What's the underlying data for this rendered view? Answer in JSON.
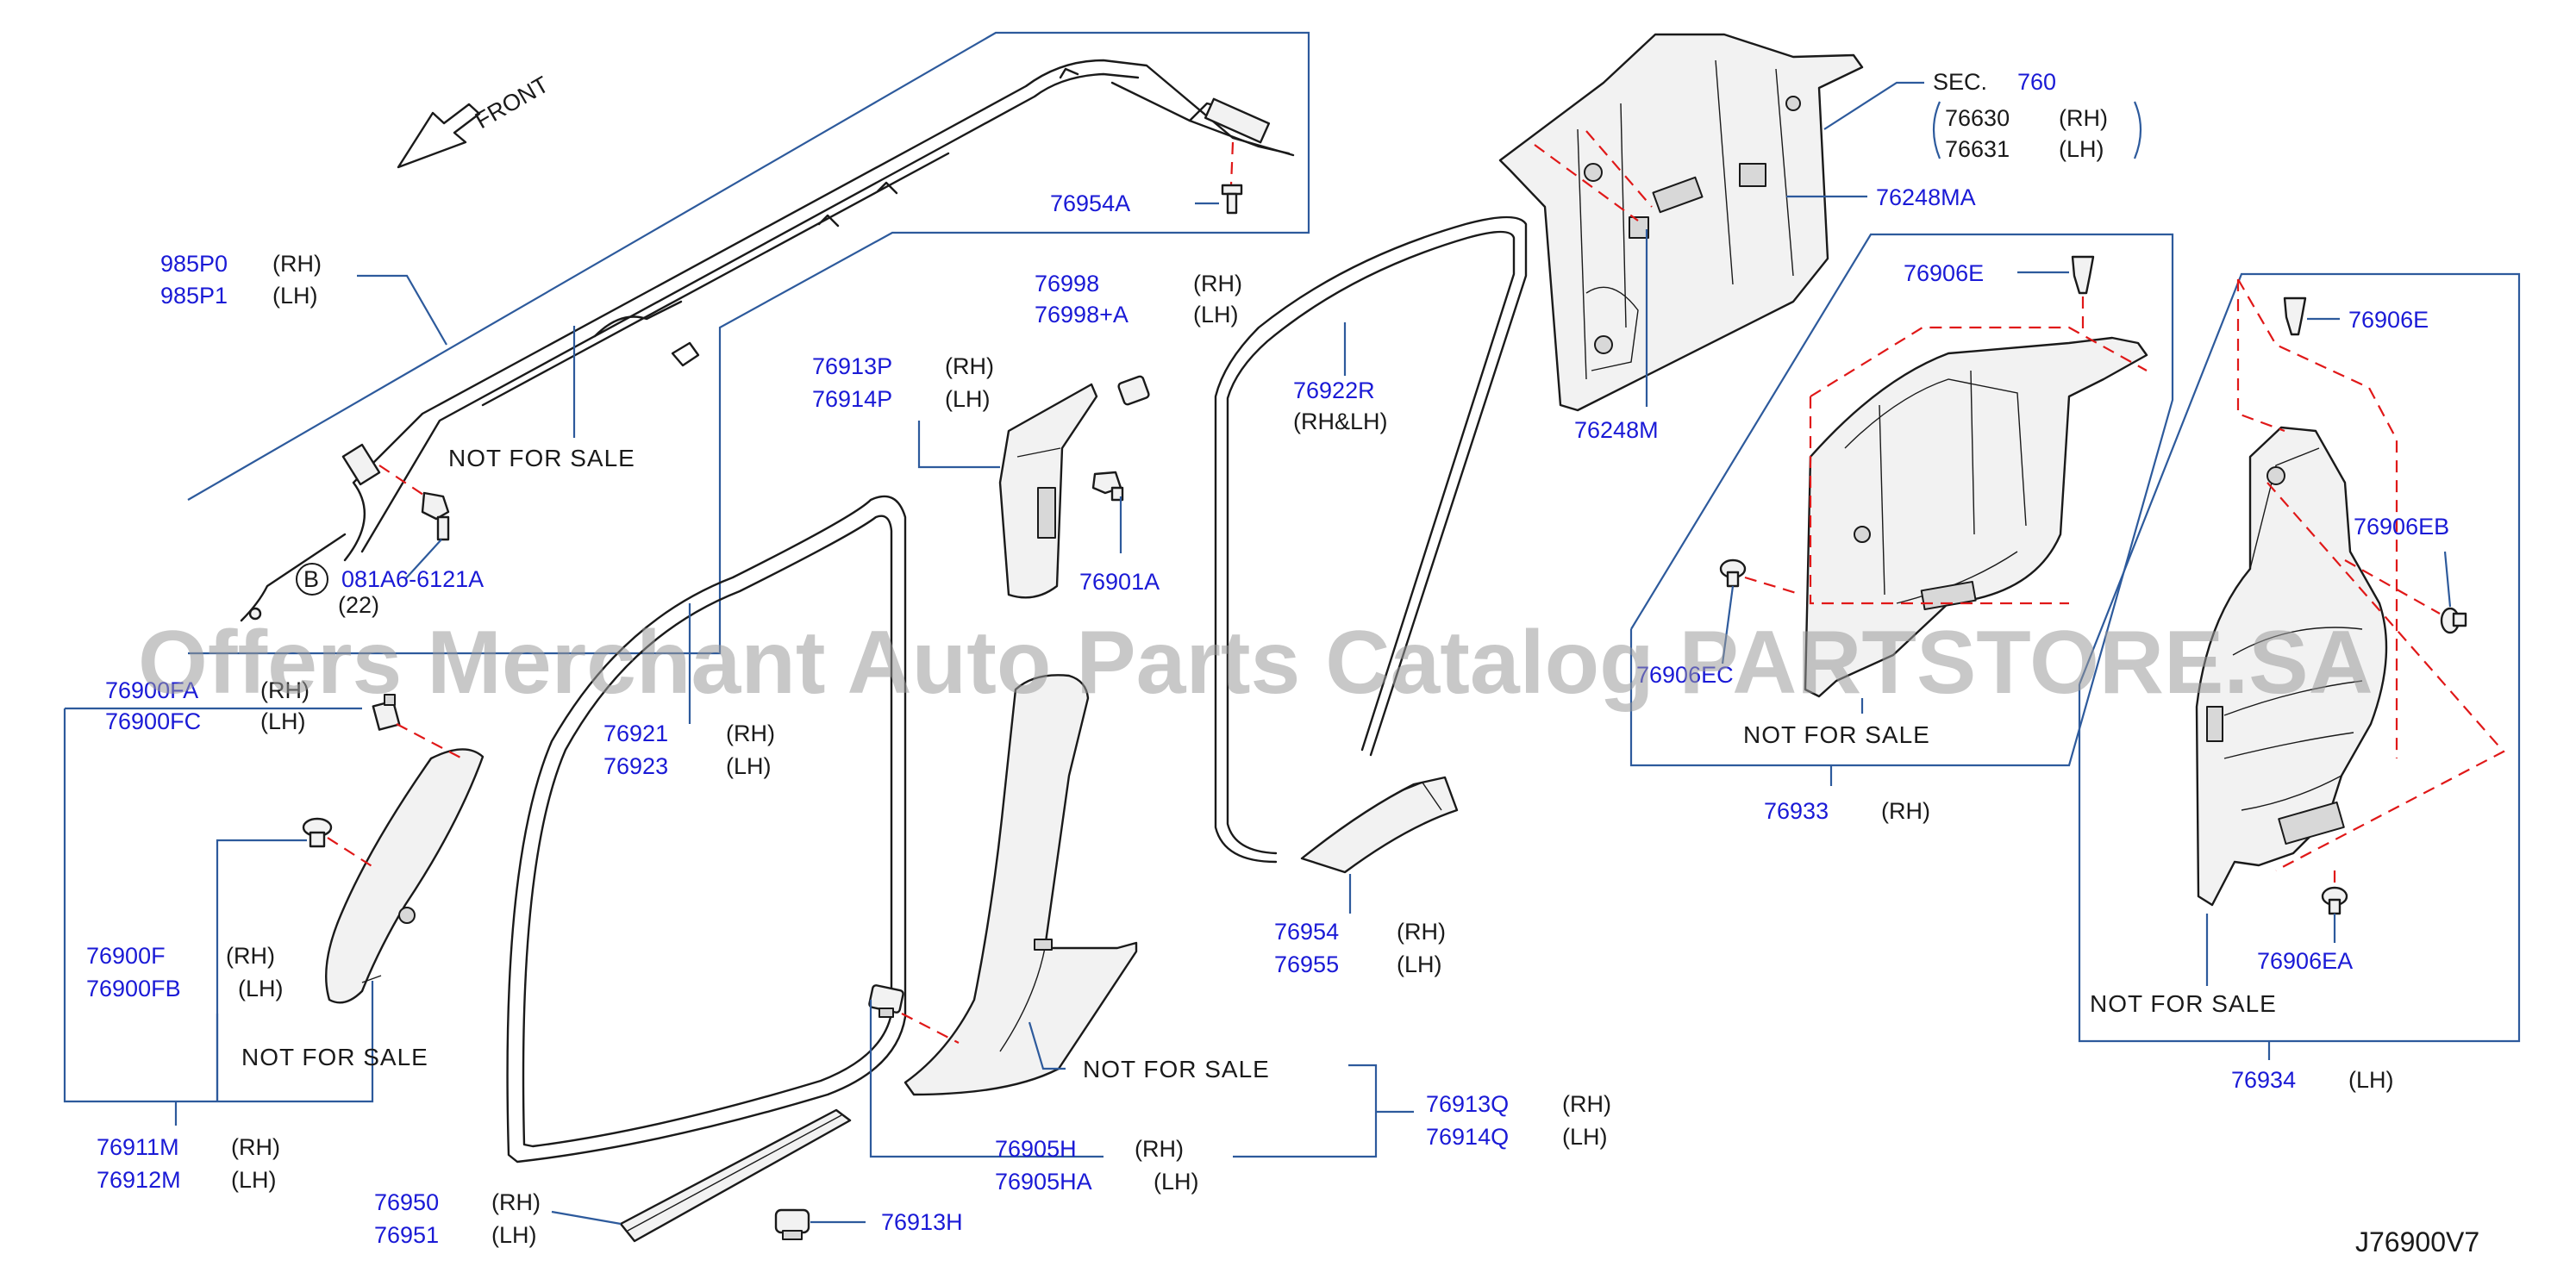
{
  "front_label": "FRONT",
  "section": {
    "label": "SEC.",
    "number": "760",
    "rh_part": "76630",
    "rh_side": "(RH)",
    "lh_part": "76631",
    "lh_side": "(LH)"
  },
  "labels": {
    "p985P0": "985P0",
    "p985P0_side": "(RH)",
    "p985P1": "985P1",
    "p985P1_side": "(LH)",
    "p76954A": "76954A",
    "p081A6": "081A6-6121A",
    "p081A6_qty": "(22)",
    "bolt_circle": "B",
    "p76998": "76998",
    "p76998_side": "(RH)",
    "p76998A": "76998+A",
    "p76998A_side": "(LH)",
    "p76913P": "76913P",
    "p76913P_side": "(RH)",
    "p76914P": "76914P",
    "p76914P_side": "(LH)",
    "p76901A": "76901A",
    "p76922R": "76922R",
    "p76922R_side": "(RH&LH)",
    "p76248MA": "76248MA",
    "p76248M": "76248M",
    "p76906E_a": "76906E",
    "p76906E_b": "76906E",
    "p76906EB": "76906EB",
    "p76906EC": "76906EC",
    "p76906EA": "76906EA",
    "p76933": "76933",
    "p76933_side": "(RH)",
    "p76934": "76934",
    "p76934_side": "(LH)",
    "p76900FA": "76900FA",
    "p76900FA_side": "(RH)",
    "p76900FC": "76900FC",
    "p76900FC_side": "(LH)",
    "p76900F": "76900F",
    "p76900F_side": "(RH)",
    "p76900FB": "76900FB",
    "p76900FB_side": "(LH)",
    "p76911M": "76911M",
    "p76911M_side": "(RH)",
    "p76912M": "76912M",
    "p76912M_side": "(LH)",
    "p76921": "76921",
    "p76921_side": "(RH)",
    "p76923": "76923",
    "p76923_side": "(LH)",
    "p76950": "76950",
    "p76950_side": "(RH)",
    "p76951": "76951",
    "p76951_side": "(LH)",
    "p76913H": "76913H",
    "p76905H": "76905H",
    "p76905H_side": "(RH)",
    "p76905HA": "76905HA",
    "p76905HA_side": "(LH)",
    "p76913Q": "76913Q",
    "p76913Q_side": "(RH)",
    "p76914Q": "76914Q",
    "p76914Q_side": "(LH)",
    "p76954": "76954",
    "p76954_side": "(RH)",
    "p76955": "76955",
    "p76955_side": "(LH)"
  },
  "not_for_sale": "NOT   FOR   SALE",
  "watermark": "Offers Merchant Auto Parts Catalog PARTSTORE.SA",
  "diagram_ref": "J76900V7",
  "colors": {
    "part_number": "#1a1ad6",
    "leader": "#2d5a9c",
    "fastener_path": "#e01818"
  }
}
